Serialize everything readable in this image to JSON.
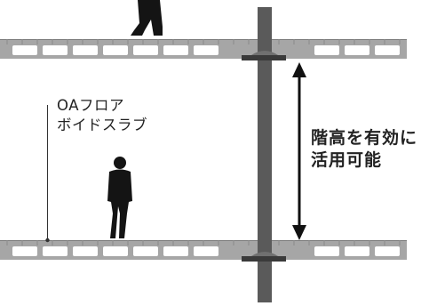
{
  "diagram": {
    "slab_label": {
      "line1": "OAフロア",
      "line2": "ボイドスラブ"
    },
    "height_label": {
      "line1": "階高を有効に",
      "line2": "活用可能"
    },
    "colors": {
      "slab": "#a6a6a6",
      "void": "#ffffff",
      "column": "#5a5a5a",
      "plate": "#3a3a3a",
      "arrow": "#111111",
      "leader": "#333333",
      "figure": "#141414",
      "text": "#222222"
    }
  }
}
